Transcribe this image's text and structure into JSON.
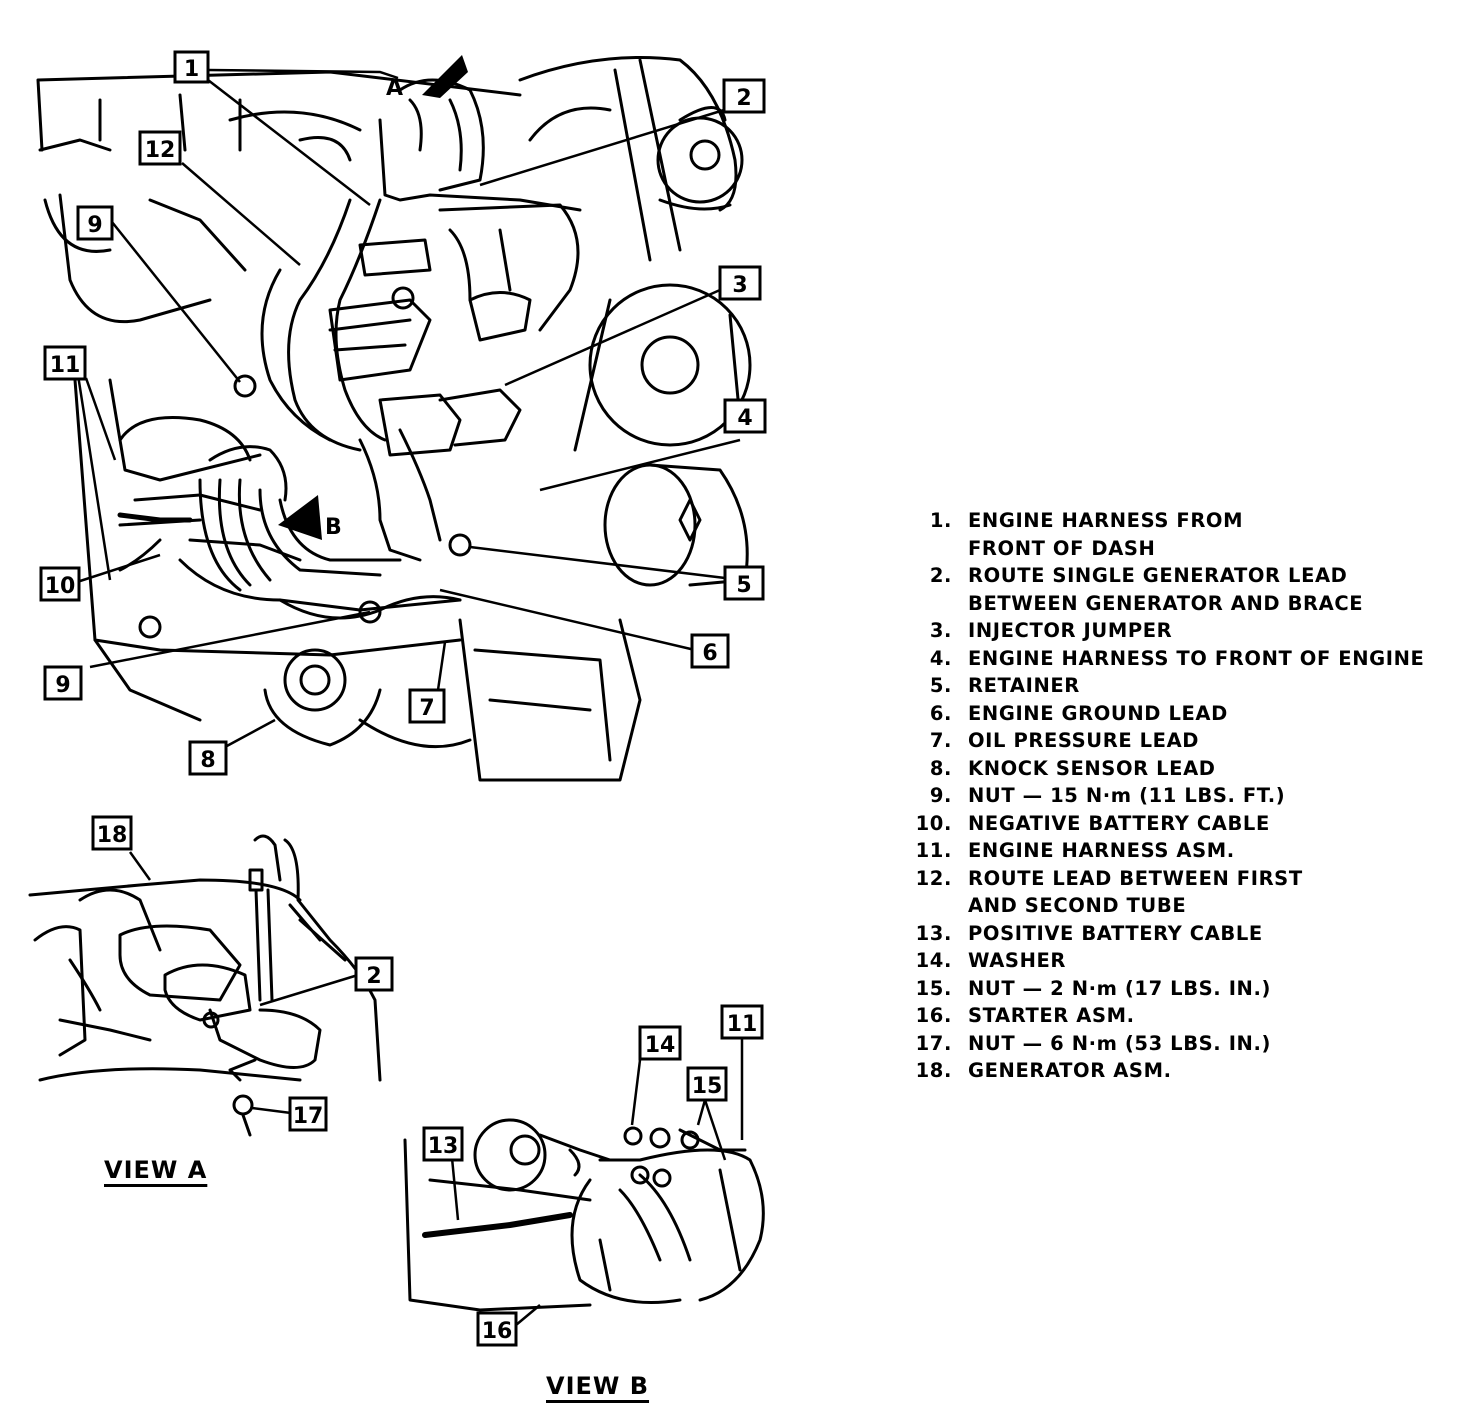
{
  "callouts": {
    "main": [
      "1",
      "2",
      "3",
      "4",
      "5",
      "6",
      "7",
      "8",
      "9",
      "9",
      "10",
      "11",
      "12"
    ],
    "view_a": [
      "18",
      "2",
      "17"
    ],
    "view_b": [
      "13",
      "14",
      "15",
      "11",
      "16"
    ]
  },
  "legend": [
    {
      "num": "1.",
      "lines": [
        "ENGINE HARNESS FROM",
        "FRONT OF DASH"
      ]
    },
    {
      "num": "2.",
      "lines": [
        "ROUTE SINGLE GENERATOR LEAD",
        "BETWEEN GENERATOR AND BRACE"
      ]
    },
    {
      "num": "3.",
      "lines": [
        "INJECTOR JUMPER"
      ]
    },
    {
      "num": "4.",
      "lines": [
        "ENGINE HARNESS TO FRONT OF ENGINE"
      ]
    },
    {
      "num": "5.",
      "lines": [
        "RETAINER"
      ]
    },
    {
      "num": "6.",
      "lines": [
        "ENGINE GROUND LEAD"
      ]
    },
    {
      "num": "7.",
      "lines": [
        "OIL PRESSURE LEAD"
      ]
    },
    {
      "num": "8.",
      "lines": [
        "KNOCK SENSOR LEAD"
      ]
    },
    {
      "num": "9.",
      "lines": [
        "NUT — 15 N·m (11 LBS. FT.)"
      ]
    },
    {
      "num": "10.",
      "lines": [
        "NEGATIVE BATTERY CABLE"
      ]
    },
    {
      "num": "11.",
      "lines": [
        "ENGINE HARNESS ASM."
      ]
    },
    {
      "num": "12.",
      "lines": [
        "ROUTE LEAD BETWEEN FIRST",
        "AND SECOND TUBE"
      ]
    },
    {
      "num": "13.",
      "lines": [
        "POSITIVE BATTERY CABLE"
      ]
    },
    {
      "num": "14.",
      "lines": [
        "WASHER"
      ]
    },
    {
      "num": "15.",
      "lines": [
        "NUT — 2 N·m (17 LBS. IN.)"
      ]
    },
    {
      "num": "16.",
      "lines": [
        "STARTER ASM."
      ]
    },
    {
      "num": "17.",
      "lines": [
        "NUT — 6 N·m (53 LBS. IN.)"
      ]
    },
    {
      "num": "18.",
      "lines": [
        "GENERATOR ASM."
      ]
    }
  ],
  "view_markers": [
    "A",
    "B"
  ],
  "view_labels": {
    "a": "VIEW A",
    "b": "VIEW B"
  }
}
